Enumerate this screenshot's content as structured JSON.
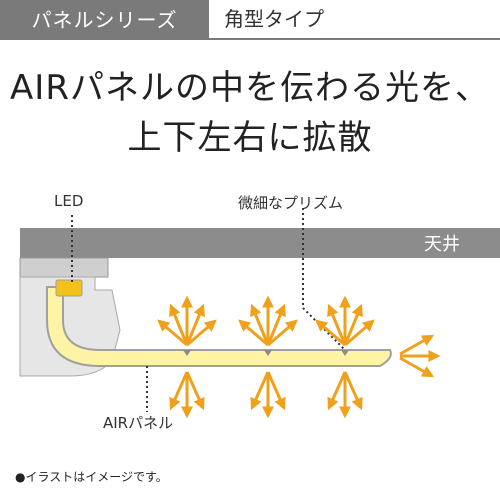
{
  "header": {
    "series": "パネルシリーズ",
    "type": "角型タイプ"
  },
  "headline": {
    "line1": "AIRパネルの中を伝わる光を、",
    "line2": "上下左右に拡散"
  },
  "diagram": {
    "led_label": "LED",
    "prism_label": "微細なプリズム",
    "ceiling_label": "天井",
    "panel_label": "AIRパネル"
  },
  "note": "●イラストはイメージです。",
  "colors": {
    "header_gray": "#7a7a7a",
    "ceiling_gray": "#8c8c8c",
    "light_yellow": "#fff3a6",
    "led_yellow": "#f2c21a",
    "arrow_orange": "#f0a11c"
  }
}
